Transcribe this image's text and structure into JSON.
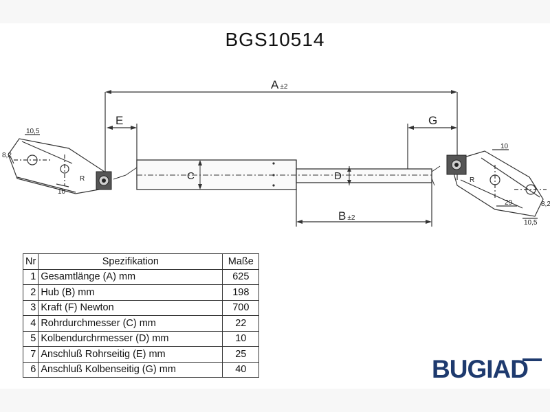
{
  "header": {
    "part_number": "BGS10514"
  },
  "dimensions": {
    "A": "A",
    "A_tol": "±2",
    "B": "B",
    "B_tol": "±2",
    "C": "C",
    "D": "D",
    "E": "E",
    "G": "G",
    "R": "R"
  },
  "left_bracket": {
    "dim_top": "10,5",
    "dim_side": "8,2",
    "dim_bottom": "10"
  },
  "right_bracket": {
    "dim_top": "10",
    "dim_side": "8,2",
    "dim_bottom": "29",
    "dim_bottom2": "10,5"
  },
  "spec_table": {
    "headers": {
      "nr": "Nr",
      "spec": "Spezifikation",
      "val": "Maße"
    },
    "rows": [
      {
        "nr": "1",
        "spec": "Gesamtlänge (A) mm",
        "val": "625"
      },
      {
        "nr": "2",
        "spec": "Hub (B)  mm",
        "val": "198"
      },
      {
        "nr": "3",
        "spec": "Kraft (F) Newton",
        "val": "700"
      },
      {
        "nr": "4",
        "spec": "Rohrdurchmesser (C) mm",
        "val": "22"
      },
      {
        "nr": "5",
        "spec": "Kolbendurchrmesser (D) mm",
        "val": "10"
      },
      {
        "nr": "7",
        "spec": "Anschluß Rohrseitig (E) mm",
        "val": "25"
      },
      {
        "nr": "6",
        "spec": "Anschluß Kolbenseitig (G) mm",
        "val": "40"
      }
    ]
  },
  "brand": {
    "name": "BUGIAD",
    "color": "#1e3a6e"
  },
  "colors": {
    "line": "#333333",
    "background": "#ffffff"
  }
}
